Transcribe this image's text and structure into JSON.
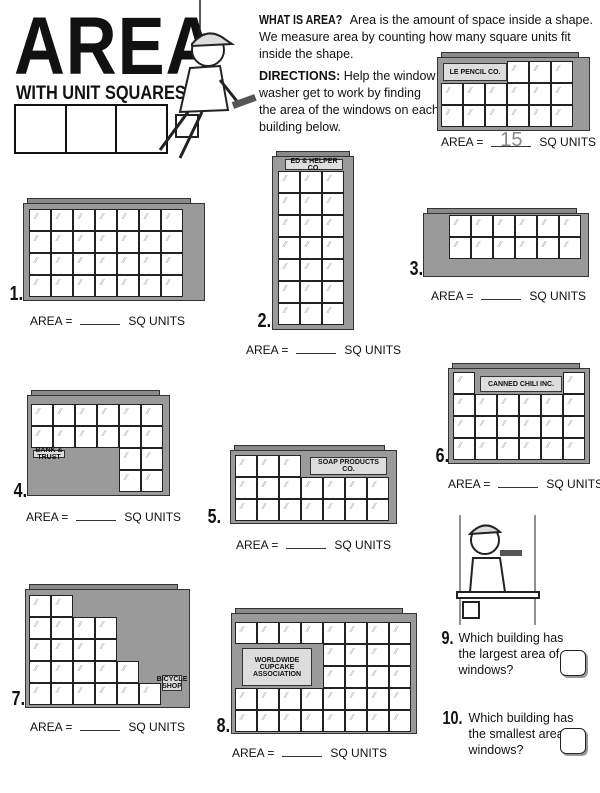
{
  "header": {
    "title": "AREA",
    "subtitle": "WITH UNIT SQUARES"
  },
  "intro": {
    "heading": "WHAT IS AREA?",
    "text": "Area is the amount of space inside a shape. We measure area by counting how many square units fit inside the shape."
  },
  "directions": {
    "heading": "DIRECTIONS:",
    "text": "Help the window washer get to work by finding the area of the windows on each building below."
  },
  "area_label": "AREA =",
  "units_label": "SQ UNITS",
  "example": {
    "sign": "LE PENCIL CO.",
    "answer": "15"
  },
  "buildings": [
    {
      "number": "1.",
      "sign": ""
    },
    {
      "number": "2.",
      "sign": "ED & HELPER CO."
    },
    {
      "number": "3.",
      "sign": ""
    },
    {
      "number": "4.",
      "sign": "BANK & TRUST"
    },
    {
      "number": "5.",
      "sign": "SOAP PRODUCTS CO."
    },
    {
      "number": "6.",
      "sign": "CANNED CHILI INC."
    },
    {
      "number": "7.",
      "sign": "BICYCLE SHOP"
    },
    {
      "number": "8.",
      "sign": "WORLDWIDE CUPCAKE ASSOCIATION"
    }
  ],
  "questions": [
    {
      "number": "9.",
      "text": "Which building has the largest area of windows?"
    },
    {
      "number": "10.",
      "text": "Which building has the smallest area of windows?"
    }
  ]
}
